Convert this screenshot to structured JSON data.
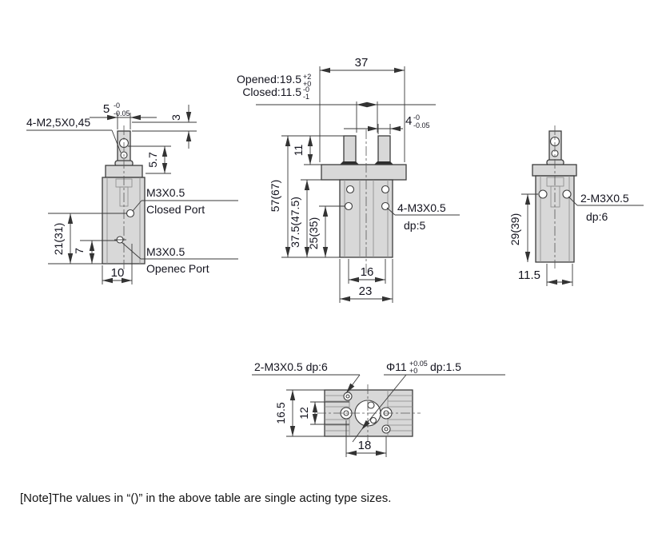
{
  "note": "[Note]The values in “()” in the above table are single acting type sizes.",
  "side_view": {
    "screw_label": "4-M2,5X0,45",
    "dim_width": "5",
    "dim_width_tol_upper": "-0",
    "dim_width_tol_lower": "-0.05",
    "dim_step": "3",
    "dim_depth": "5.7",
    "closed_port_thread": "M3X0.5",
    "closed_port_label": "Closed Port",
    "open_port_thread": "M3X0.5",
    "open_port_label": "Openec Port",
    "dim_height": "21(31)",
    "dim_port": "7",
    "dim_base": "10"
  },
  "front_view": {
    "dim_top_width": "37",
    "opened_label": "Opened:19.5",
    "opened_tol_upper": "+2",
    "opened_tol_lower": "+0",
    "closed_label": "Closed:11.5",
    "closed_tol_upper": "-0",
    "closed_tol_lower": "-1",
    "dim_finger": "4",
    "dim_finger_tol_upper": "-0",
    "dim_finger_tol_lower": "-0.05",
    "dim_finger_height": "11",
    "dim_total_height": "57(67)",
    "dim_body_height": "37.5(47.5)",
    "dim_hole_height": "25(35)",
    "mount_label": "4-M3X0.5",
    "mount_depth": "dp:5",
    "dim_hole_span": "16",
    "dim_body_width": "23"
  },
  "right_view": {
    "port_label": "2-M3X0.5",
    "port_depth": "dp:6",
    "dim_port_height": "29(39)",
    "dim_body_depth": "11.5"
  },
  "bottom_view": {
    "mount_label": "2-M3X0.5 dp:6",
    "bore_label": "Φ11",
    "bore_tol_upper": "+0.05",
    "bore_tol_lower": "+0",
    "bore_depth": "dp:1.5",
    "dim_depth": "16.5",
    "dim_inner": "12",
    "dim_mount_span": "18"
  }
}
